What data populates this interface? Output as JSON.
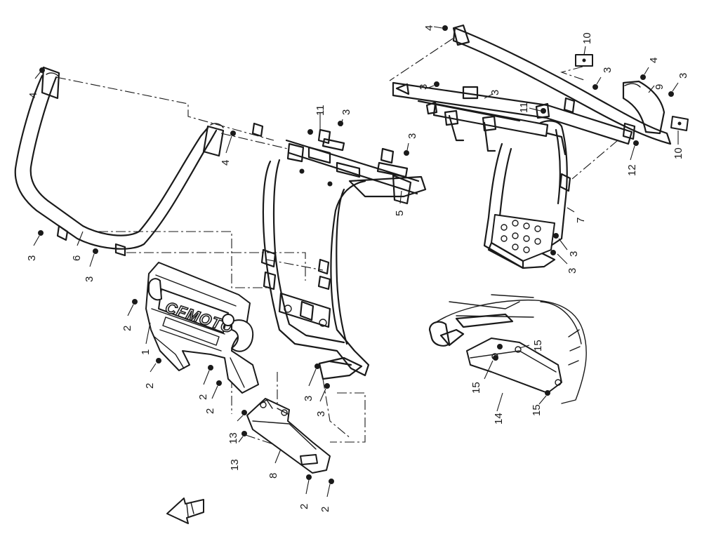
{
  "diagram": {
    "brand_mark": "CFMOTO",
    "callouts": [
      {
        "id": "c1",
        "label": "1"
      },
      {
        "id": "c2a",
        "label": "2"
      },
      {
        "id": "c2b",
        "label": "2"
      },
      {
        "id": "c2c",
        "label": "2"
      },
      {
        "id": "c2d",
        "label": "2"
      },
      {
        "id": "c2e",
        "label": "2"
      },
      {
        "id": "c2f",
        "label": "2"
      },
      {
        "id": "c3a",
        "label": "3"
      },
      {
        "id": "c3b",
        "label": "3"
      },
      {
        "id": "c3c",
        "label": "3"
      },
      {
        "id": "c3d",
        "label": "3"
      },
      {
        "id": "c3e",
        "label": "3"
      },
      {
        "id": "c3f",
        "label": "3"
      },
      {
        "id": "c3g",
        "label": "3"
      },
      {
        "id": "c3h",
        "label": "3"
      },
      {
        "id": "c3i",
        "label": "3"
      },
      {
        "id": "c3j",
        "label": "3"
      },
      {
        "id": "c3k",
        "label": "3"
      },
      {
        "id": "c3l",
        "label": "3"
      },
      {
        "id": "c4a",
        "label": "4"
      },
      {
        "id": "c4b",
        "label": "4"
      },
      {
        "id": "c4c",
        "label": "4"
      },
      {
        "id": "c4d",
        "label": "4"
      },
      {
        "id": "c5",
        "label": "5"
      },
      {
        "id": "c6",
        "label": "6"
      },
      {
        "id": "c7",
        "label": "7"
      },
      {
        "id": "c8",
        "label": "8"
      },
      {
        "id": "c9",
        "label": "9"
      },
      {
        "id": "c10a",
        "label": "10"
      },
      {
        "id": "c10b",
        "label": "10"
      },
      {
        "id": "c11a",
        "label": "11"
      },
      {
        "id": "c11b",
        "label": "11"
      },
      {
        "id": "c12",
        "label": "12"
      },
      {
        "id": "c13a",
        "label": "13"
      },
      {
        "id": "c13b",
        "label": "13"
      },
      {
        "id": "c14",
        "label": "14"
      },
      {
        "id": "c15a",
        "label": "15"
      },
      {
        "id": "c15b",
        "label": "15"
      },
      {
        "id": "c15c",
        "label": "15"
      }
    ]
  }
}
